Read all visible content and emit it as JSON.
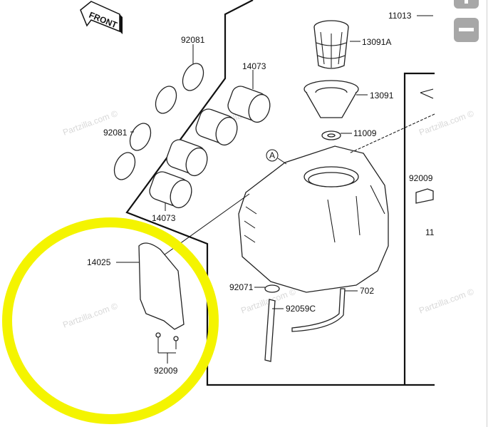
{
  "diagram": {
    "front_label": "FRONT",
    "callouts": {
      "c11013": "11013",
      "c13091A": "13091A",
      "c14073_top": "14073",
      "c92081_top": "92081",
      "c13091": "13091",
      "c92081_left": "92081",
      "c11009": "11009",
      "cA": "A",
      "c92009_right": "92009",
      "c11_right": "11",
      "c14073_bottom": "14073",
      "c14025": "14025",
      "c92071": "92071",
      "c702": "702",
      "c92059C": "92059C",
      "c92009_bottom": "92009"
    },
    "watermark": "Partzilla.com ©",
    "highlight_color": "#f4f400"
  },
  "zoom_controls": {
    "zoom_in_icon": "plus-icon",
    "zoom_out_icon": "minus-icon"
  }
}
